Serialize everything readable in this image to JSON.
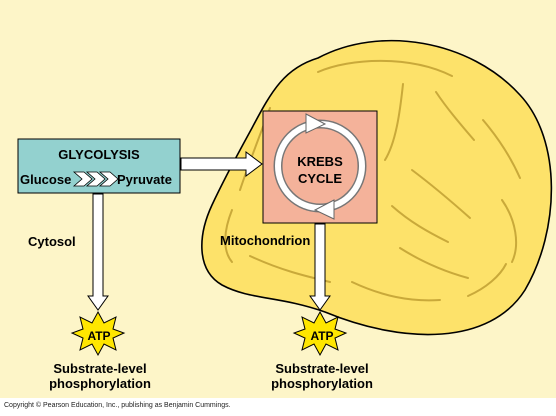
{
  "glycolysis": {
    "title": "GLYCOLYSIS",
    "input": "Glucose",
    "output": "Pyruvate"
  },
  "krebs": {
    "title_line1": "KREBS",
    "title_line2": "CYCLE"
  },
  "regions": {
    "cytosol": "Cytosol",
    "mitochondrion": "Mitochondrion"
  },
  "products": [
    {
      "atp": "ATP",
      "line1": "Substrate-level",
      "line2": "phosphorylation"
    },
    {
      "atp": "ATP",
      "line1": "Substrate-level",
      "line2": "phosphorylation"
    }
  ],
  "copyright": "Copyright © Pearson Education, Inc., publishing as Benjamin Cummings.",
  "colors": {
    "background": "#fdf5c8",
    "mitochondrion": "#fde26a",
    "glycolysis_box": "#93d1cf",
    "krebs_box": "#f4b29a",
    "atp_star": "#ffe600"
  }
}
